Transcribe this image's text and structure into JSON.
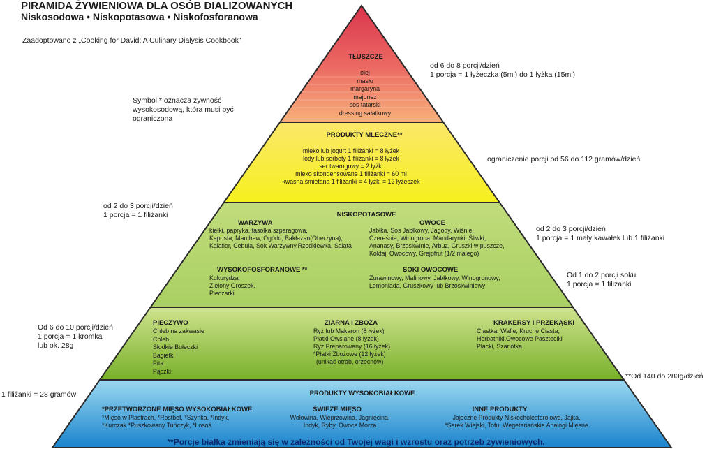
{
  "header": {
    "title": "PIRAMIDA ŻYWIENIOWA DLA OSÓB DIALIZOWANYCH",
    "subtitle": "Niskosodowa • Niskopotasowa • Niskofosforanowa",
    "credit": "Zaadoptowano z „Cooking for David: A Culinary Dialysis Cookbook\""
  },
  "side_notes": {
    "symbol": [
      "Symbol * oznacza żywność",
      "wysokosodową, która musi być",
      "ograniczona"
    ],
    "fats": [
      "od 6 do 8 porcji/dzień",
      "1 porcja = 1 łyżeczka (5ml) do 1 łyżka (15ml)"
    ],
    "dairy": "ograniczenie porcji od 56 do 112 gramów/dzień",
    "veg": [
      "od 2 do 3 porcji/dzień",
      "1 porcja = 1  filiżanki"
    ],
    "fruit": [
      "od 2 do 3 porcji/dzień",
      "1 porcja = 1 mały kawałek lub 1   filiżanki"
    ],
    "juice": [
      "Od 1 do 2 porcji soku",
      "1 porcja = 1  filiżanki"
    ],
    "grains": [
      "Od 6 do 10 porcji/dzień",
      "1 porcja = 1 kromka",
      "lub ok. 28g"
    ],
    "protein_left": "1  filiżanki = 28 gramów",
    "protein_right": "**Od 140 do 280g/dzień"
  },
  "tiers": {
    "fats": {
      "title": "TŁUSZCZE",
      "items": [
        "olej",
        "masło",
        "margaryna",
        "majonez",
        "sos tatarski",
        "dressing sałatkowy"
      ]
    },
    "dairy": {
      "title": "PRODUKTY MLECZNE**",
      "items": [
        "mleko lub jogurt 1   filiżanki = 8 łyżek",
        "lody lub sorbety 1   filiżanki = 8 łyżek",
        "ser twarogowy = 2 łyżki",
        "mleko skondensowane 1   filiżanki = 60 ml",
        "kwaśna śmietana 1   filiżanki = 4 łyżki = 12 łyżeczek"
      ]
    },
    "produce": {
      "title": "NISKOPOTASOWE",
      "veg_title": "WARZYWA",
      "veg_items": [
        "kiełki, papryka, fasolka szparagowa,",
        "Kapusta, Marchew, Ogórki, Bakłażan(Oberżyna),",
        "Kalafior, Cebula, Sok Warzywny,Rzodkiewka, Sałata"
      ],
      "fruit_title": "OWOCE",
      "fruit_items": [
        "Jabłka, Sos Jabłkowy, Jagody, Wiśnie,",
        "Czereśnie, Winogrona, Mandarynki, Śliwki,",
        "Ananasy, Brzoskwinie, Arbuz, Gruszki w puszcze,",
        "Koktajl Owocowy, Grejpfrut (1/2 małego)"
      ],
      "phos_title": "WYSOKOFOSFORANOWE **",
      "phos_items": [
        "Kukurydza,",
        "Zielony Groszek,",
        "Pieczarki"
      ],
      "juice_title": "SOKI OWOCOWE",
      "juice_items": [
        "Żurawinowy, Malinowy, Jabłkowy, Winogronowy,",
        "Lemoniada, Gruszkowy lub Brzoskwiniowy"
      ]
    },
    "grains": {
      "bread_title": "PIECZYWO",
      "bread_items": [
        "Chleb na zakwasie",
        "Chleb",
        "Słodkie Bułeczki",
        "Bagietki",
        "Pita",
        "Pączki"
      ],
      "grain_title": "ZIARNA I ZBOŻA",
      "grain_items": [
        "Ryż lub Makaron (8 łyżek)",
        "Płatki Owsiane (8 łyżek)",
        "Ryż Preparowany (16 łyżek)",
        "*Płatki Zbożowe (12 łyżek)",
        "(unikać otrąb, orzechów)"
      ],
      "snack_title": "KRAKERSY I PRZEKĄSKI",
      "snack_items": [
        "Ciastka, Wafle, Kruche Ciasta,",
        "Herbatniki,Owocowe Paszteciki",
        "Placki, Szarlotka"
      ]
    },
    "protein": {
      "title": "PRODUKTY WYSOKOBIAŁKOWE",
      "processed_title": "*PRZETWORZONE MIĘSO  WYSOKOBIAŁKOWE",
      "processed_items": [
        "*Mięso w Plastrach, *Rostbef, *Szynka, *Indyk,",
        "*Kurczak *Puszkowany Tuńczyk, *Łosoś"
      ],
      "fresh_title": "ŚWIEŻE MIĘSO",
      "fresh_items": [
        "Wołowina, Wieprzowina, Jagnięcina,",
        "Indyk, Ryby, Owoce Morza"
      ],
      "other_title": "INNE PRODUKTY",
      "other_items": [
        "Jajeczne Produkty Niskocholesterolowe, Jajka,",
        "*Serek Wiejski, Tofu, Wegetariańskie Analogi Mięsne"
      ]
    }
  },
  "footer": "**Porcje białka zmieniają się w zależności od Twojej wagi i wzrostu oraz potrzeb żywieniowych.",
  "colors": {
    "fats_top": "#e0354f",
    "fats_bottom": "#f4a070",
    "dairy_top": "#fbe95a",
    "dairy_bottom": "#f6f21a",
    "produce": "#b3d46c",
    "grains_top": "#c9e086",
    "grains_bottom": "#7fb52d",
    "protein_top": "#8fd2ee",
    "protein_bottom": "#1a89cf"
  }
}
